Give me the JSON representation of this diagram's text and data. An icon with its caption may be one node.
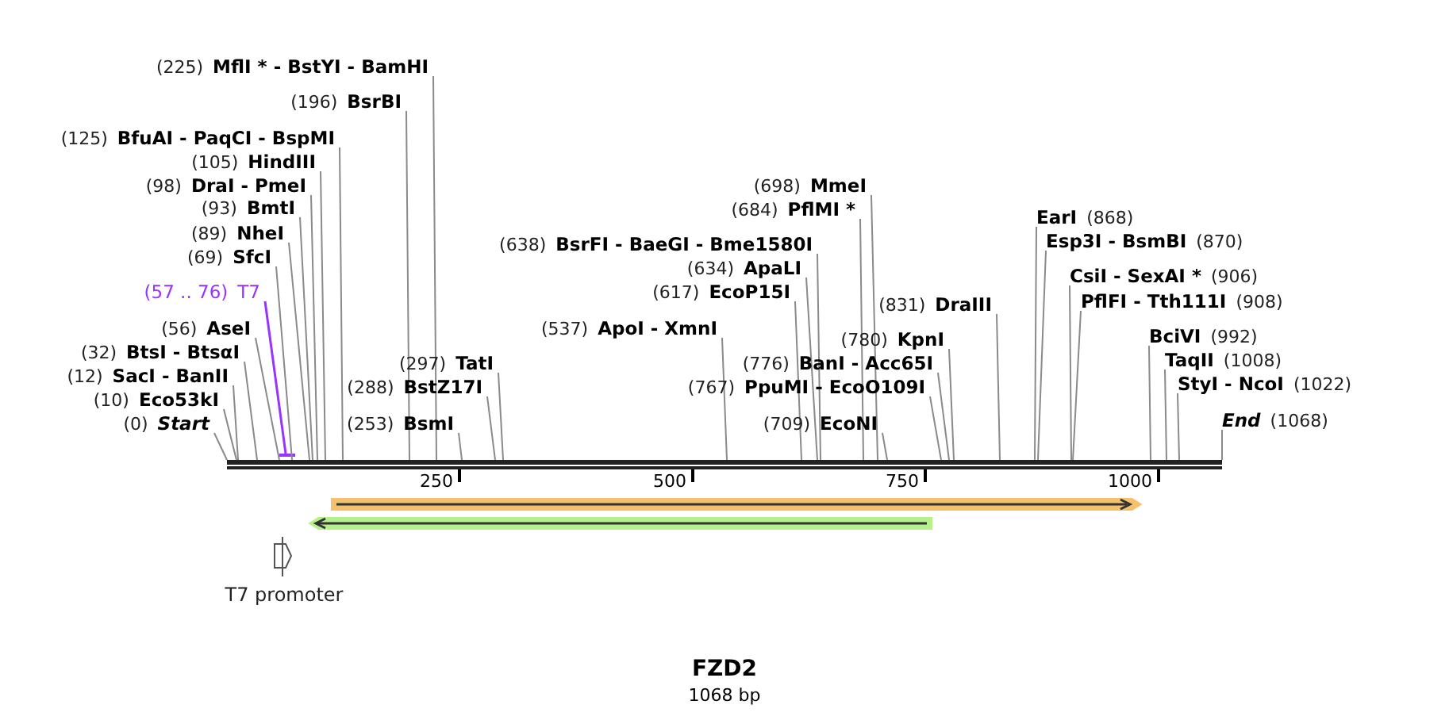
{
  "diagram": {
    "title": "FZD2",
    "caption": "1068 bp",
    "nodes": [
      {
        "text": [
          "(225)",
          "MflI * - BstYI - BamHI"
        ]
      },
      {
        "text": [
          "(196)",
          "BsrBI"
        ]
      },
      {
        "text": [
          "(125)",
          "BfuAI - PaqCI - BspMI"
        ]
      },
      {
        "text": [
          "(105)",
          "HindIII"
        ]
      },
      {
        "text": [
          "(98)",
          "DraI - PmeI"
        ]
      },
      {
        "text": [
          "(93)",
          "BmtI"
        ]
      },
      {
        "text": [
          "(89)",
          "NheI"
        ]
      },
      {
        "text": [
          "(69)",
          "SfcI"
        ]
      },
      {
        "text": [
          "(57 .. 76)",
          "T7"
        ]
      },
      {
        "text": [
          "(56)",
          "AseI"
        ]
      },
      {
        "text": [
          "(32)",
          "BtsI - BtsαI"
        ]
      },
      {
        "text": [
          "(12)",
          "SacI - BanII"
        ]
      },
      {
        "text": [
          "(10)",
          "Eco53kI"
        ]
      },
      {
        "text": [
          "(0)",
          "Start"
        ]
      },
      {
        "text": [
          "(297)",
          "TatI"
        ]
      },
      {
        "text": [
          "(288)",
          "BstZ17I"
        ]
      },
      {
        "text": [
          "(253)",
          "BsmI"
        ]
      },
      {
        "text": [
          "(638)",
          "BsrFI - BaeGI - Bme1580I"
        ]
      },
      {
        "text": [
          "(634)",
          "ApaLI"
        ]
      },
      {
        "text": [
          "(617)",
          "EcoP15I"
        ]
      },
      {
        "text": [
          "(537)",
          "ApoI - XmnI"
        ]
      },
      {
        "text": [
          "(698)",
          "MmeI"
        ]
      },
      {
        "text": [
          "(684)",
          "PflMI *"
        ]
      },
      {
        "text": [
          "(776)",
          "BanI - Acc65I"
        ]
      },
      {
        "text": [
          "(767)",
          "PpuMI - EcoO109I"
        ]
      },
      {
        "text": [
          "(709)",
          "EcoNI"
        ]
      },
      {
        "text": [
          "(831)",
          "DraIII"
        ]
      },
      {
        "text": [
          "(780)",
          "KpnI"
        ]
      },
      {
        "text": [
          "EarI",
          "(868)"
        ]
      },
      {
        "text": [
          "Esp3I - BsmBI",
          "(870)"
        ]
      },
      {
        "text": [
          "CsiI - SexAI *",
          "(906)"
        ]
      },
      {
        "text": [
          "PflFI - Tth111I",
          "(908)"
        ]
      },
      {
        "text": [
          "BciVI",
          "(992)"
        ]
      },
      {
        "text": [
          "TaqII",
          "(1008)"
        ]
      },
      {
        "text": [
          "StyI - NcoI",
          "(1022)"
        ]
      },
      {
        "text": [
          "End",
          "(1068)"
        ]
      },
      {
        "text": [
          "T7 promoter"
        ]
      },
      {
        "text": [],
        "shape": "bar"
      },
      {
        "text": [],
        "shape": "bar"
      }
    ],
    "edges": [
      {
        "from": 0,
        "to": 37,
        "arrow": "none"
      },
      {
        "from": 1,
        "to": 37,
        "arrow": "none"
      },
      {
        "from": 2,
        "to": 37,
        "arrow": "none"
      },
      {
        "from": 3,
        "to": 37,
        "arrow": "none"
      },
      {
        "from": 4,
        "to": 37,
        "arrow": "none"
      },
      {
        "from": 5,
        "to": 37,
        "arrow": "none"
      },
      {
        "from": 6,
        "to": 37,
        "arrow": "none"
      },
      {
        "from": 7,
        "to": 37,
        "arrow": "none"
      },
      {
        "from": 8,
        "to": 38,
        "arrow": "none",
        "color": "#9933ff"
      },
      {
        "from": 9,
        "to": 37,
        "arrow": "none"
      },
      {
        "from": 10,
        "to": 37,
        "arrow": "none"
      },
      {
        "from": 11,
        "to": 37,
        "arrow": "none"
      },
      {
        "from": 12,
        "to": 37,
        "arrow": "none"
      },
      {
        "from": 13,
        "to": 37,
        "arrow": "none"
      },
      {
        "from": 14,
        "to": 37,
        "arrow": "none"
      },
      {
        "from": 15,
        "to": 37,
        "arrow": "none"
      },
      {
        "from": 16,
        "to": 37,
        "arrow": "none"
      },
      {
        "from": 17,
        "to": 37,
        "arrow": "none"
      },
      {
        "from": 18,
        "to": 37,
        "arrow": "none"
      },
      {
        "from": 19,
        "to": 37,
        "arrow": "none"
      },
      {
        "from": 20,
        "to": 37,
        "arrow": "none"
      },
      {
        "from": 21,
        "to": 37,
        "arrow": "none"
      },
      {
        "from": 22,
        "to": 37,
        "arrow": "none"
      },
      {
        "from": 23,
        "to": 37,
        "arrow": "none"
      },
      {
        "from": 24,
        "to": 37,
        "arrow": "none"
      },
      {
        "from": 25,
        "to": 37,
        "arrow": "none"
      },
      {
        "from": 26,
        "to": 37,
        "arrow": "none"
      },
      {
        "from": 27,
        "to": 37,
        "arrow": "none"
      },
      {
        "from": 28,
        "to": 37,
        "arrow": "none"
      },
      {
        "from": 29,
        "to": 37,
        "arrow": "none"
      },
      {
        "from": 30,
        "to": 37,
        "arrow": "none"
      },
      {
        "from": 31,
        "to": 37,
        "arrow": "none"
      },
      {
        "from": 32,
        "to": 37,
        "arrow": "none"
      },
      {
        "from": 33,
        "to": 37,
        "arrow": "none"
      },
      {
        "from": 34,
        "to": 37,
        "arrow": "none"
      },
      {
        "from": 35,
        "to": 37,
        "arrow": "none"
      }
    ],
    "labels": [
      "250",
      "500",
      "750",
      "1000"
    ]
  }
}
